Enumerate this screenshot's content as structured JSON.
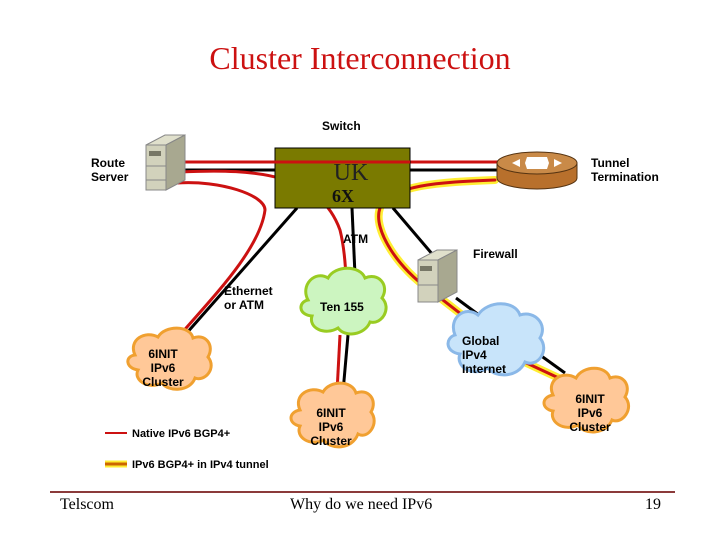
{
  "slide": {
    "title": "Cluster Interconnection",
    "colors": {
      "title": "#cc1111",
      "native_line": "#cc1111",
      "tunnel_glow": "#ffee33",
      "switch_fill": "#7a7a00",
      "router_fill": "#c07a3a",
      "cloud_orange": "#ffc898",
      "cloud_green": "#ccf5c0",
      "cloud_blue": "#c8e4fa"
    }
  },
  "nodes": {
    "switch_label": "Switch",
    "switch_text_top": "UK",
    "switch_text_bottom": "6X",
    "route_server": [
      "Route",
      "Server"
    ],
    "tunnel_termination": [
      "Tunnel",
      "Termination"
    ],
    "firewall": "Firewall",
    "atm": "ATM",
    "ethernet_or_atm": [
      "Ethernet",
      "or ATM"
    ],
    "ten155": "Ten 155",
    "global_ipv4": [
      "Global",
      "IPv4",
      "Internet"
    ],
    "cluster_left": [
      "6INIT",
      "IPv6",
      "Cluster"
    ],
    "cluster_middle": [
      "6INIT",
      "IPv6",
      "Cluster"
    ],
    "cluster_right": [
      "6INIT",
      "IPv6",
      "Cluster"
    ]
  },
  "legend": {
    "native": "Native IPv6 BGP4+",
    "tunnel": "IPv6 BGP4+ in IPv4 tunnel"
  },
  "footer": {
    "left": "Telscom",
    "center": "Why do we need IPv6",
    "page": "19"
  }
}
